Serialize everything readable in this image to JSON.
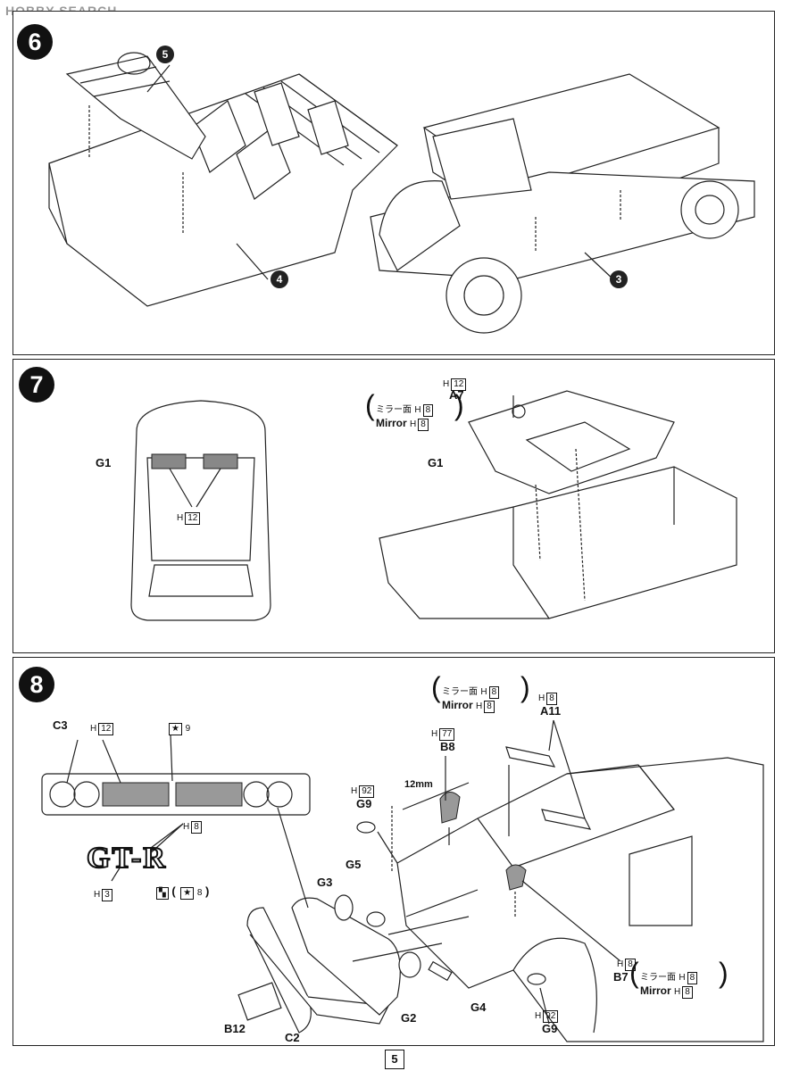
{
  "watermark": "HOBBY SEARCH",
  "steps": {
    "s6": {
      "number": "6",
      "callouts": [
        "5",
        "4",
        "3"
      ]
    },
    "s7": {
      "number": "7",
      "g1_left": "G1",
      "h_left": "H",
      "h_left_box": "12",
      "h_top": "H",
      "h_top_box": "12",
      "a7": "A7",
      "mirror_jp": "ミラー面",
      "mirror_en": "Mirror",
      "mirror_h1": "H",
      "mirror_h1_box": "8",
      "mirror_h2": "H",
      "mirror_h2_box": "8",
      "g1_right": "G1"
    },
    "s8": {
      "number": "8",
      "c3": "C3",
      "c3_h": "H",
      "c3_h_box": "12",
      "star_code": "9",
      "gtr_logo": "GT-R",
      "gtr_h8": "H",
      "gtr_h8_box": "8",
      "gtr_h3": "H",
      "gtr_h3_box": "3",
      "star_code2": "8",
      "mirror_jp": "ミラー面",
      "mirror_en": "Mirror",
      "mirror_h1": "H",
      "mirror_h1_box": "8",
      "mirror_h2": "H",
      "mirror_h2_box": "8",
      "a11_h": "H",
      "a11_h_box": "8",
      "a11": "A11",
      "b8_h": "H",
      "b8_h_box": "77",
      "b8": "B8",
      "g9_top_h": "H",
      "g9_top_h_box": "92",
      "g9_top": "G9",
      "dim": "12mm",
      "g5": "G5",
      "g3": "G3",
      "b7_h": "H",
      "b7_h_box": "8",
      "b7": "B7",
      "b7_mirror_jp": "ミラー面",
      "b7_mirror_en": "Mirror",
      "b7_mirror_h1": "H",
      "b7_mirror_h1_box": "8",
      "b7_mirror_h2": "H",
      "b7_mirror_h2_box": "8",
      "g2": "G2",
      "g4": "G4",
      "b12": "B12",
      "c2": "C2",
      "g9_bottom_h": "H",
      "g9_bottom_h_box": "92",
      "g9_bottom": "G9"
    }
  },
  "page_number": "5"
}
